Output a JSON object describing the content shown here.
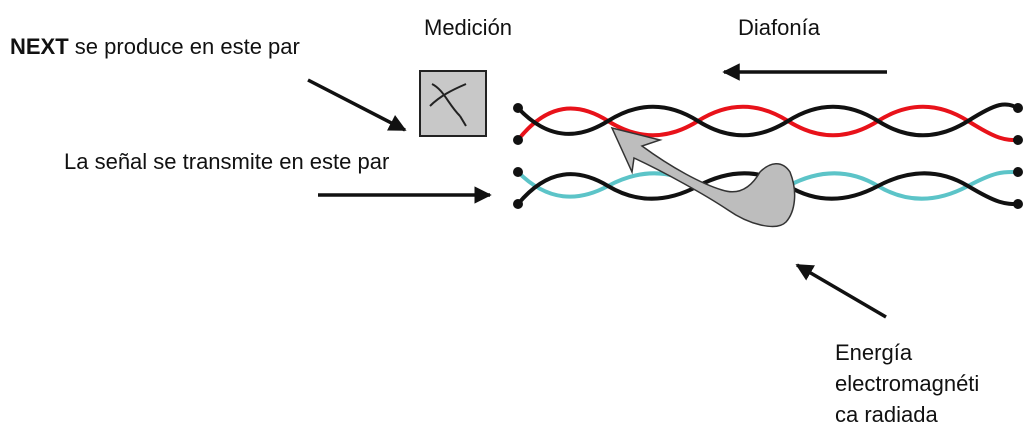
{
  "labels": {
    "measurement": "Medición",
    "crosstalk": "Diafonía",
    "next_term": "NEXT",
    "next_rest": " se produce en este par",
    "signal": "La señal se transmite en este par",
    "energy_lines": [
      "Energía",
      "electromagnéti",
      "ca radiada"
    ]
  },
  "icons": {
    "meter": "measurement-meter-icon",
    "crosstalk_energy": "crosstalk-energy-arrow"
  },
  "colors": {
    "pair1_red": "#e8121a",
    "pair2_cyan": "#5cc4c8",
    "wire_black": "#111111",
    "meter_fill": "#c8c8c8",
    "energy_fill": "#bdbdbd"
  }
}
